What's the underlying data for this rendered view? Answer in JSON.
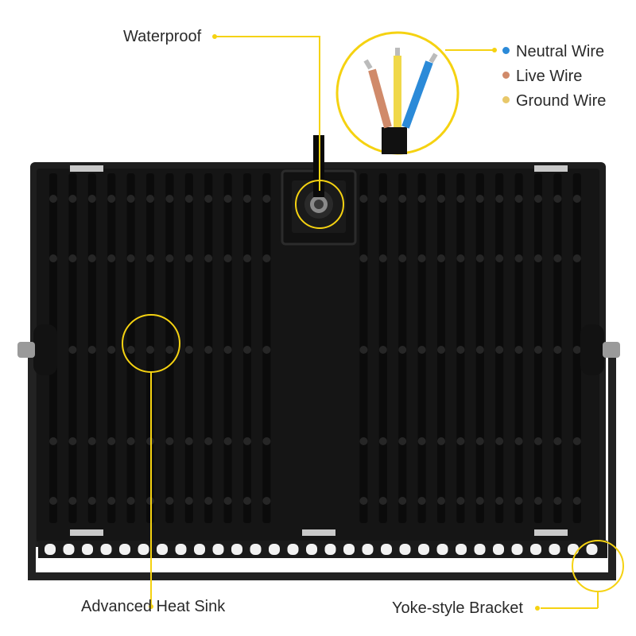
{
  "labels": {
    "waterproof": "Waterproof",
    "heat_sink": "Advanced Heat Sink",
    "bracket": "Yoke-style Bracket"
  },
  "legend": [
    {
      "label": "Neutral Wire",
      "color": "#2b8ad8"
    },
    {
      "label": "Live Wire",
      "color": "#d08a6a"
    },
    {
      "label": "Ground Wire",
      "color": "#e8c86a"
    }
  ],
  "colors": {
    "callout": "#f5d211",
    "housing": "#1c1c1c",
    "fin": "#0f0f0f"
  }
}
